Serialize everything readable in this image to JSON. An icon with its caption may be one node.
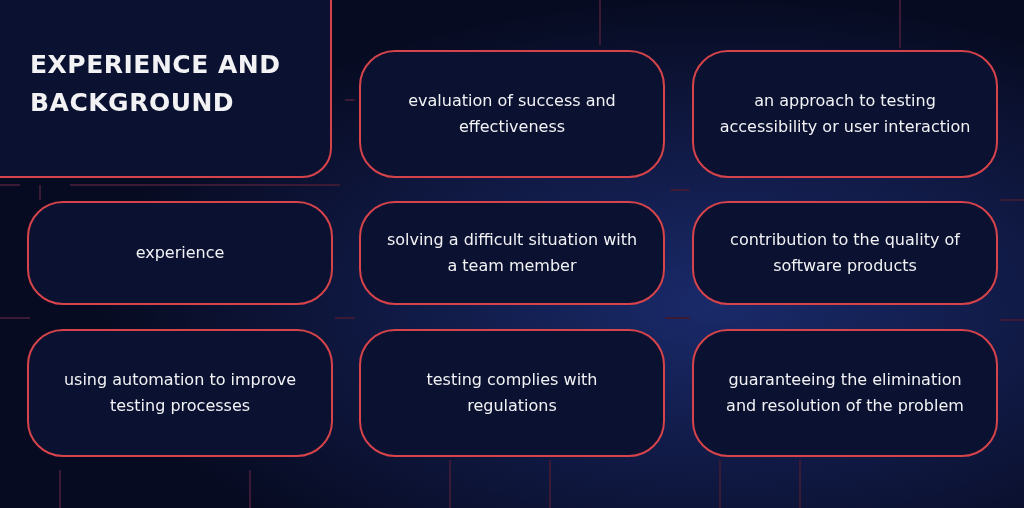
{
  "diagram": {
    "nodes": [
      {
        "text": [
          "EXPERIENCE AND BACKGROUND"
        ]
      },
      {
        "text": [
          "evaluation of success and effectiveness"
        ]
      },
      {
        "text": [
          "an approach to testing accessibility or user interaction"
        ]
      },
      {
        "text": [
          "experience"
        ]
      },
      {
        "text": [
          "solving a difficult situation with a team member"
        ]
      },
      {
        "text": [
          "contribution to the quality of software products"
        ]
      },
      {
        "text": [
          "using automation to improve testing processes"
        ]
      },
      {
        "text": [
          "testing complies with regulations"
        ]
      },
      {
        "text": [
          "guaranteeing the elimination and resolution of the problem"
        ]
      }
    ]
  }
}
